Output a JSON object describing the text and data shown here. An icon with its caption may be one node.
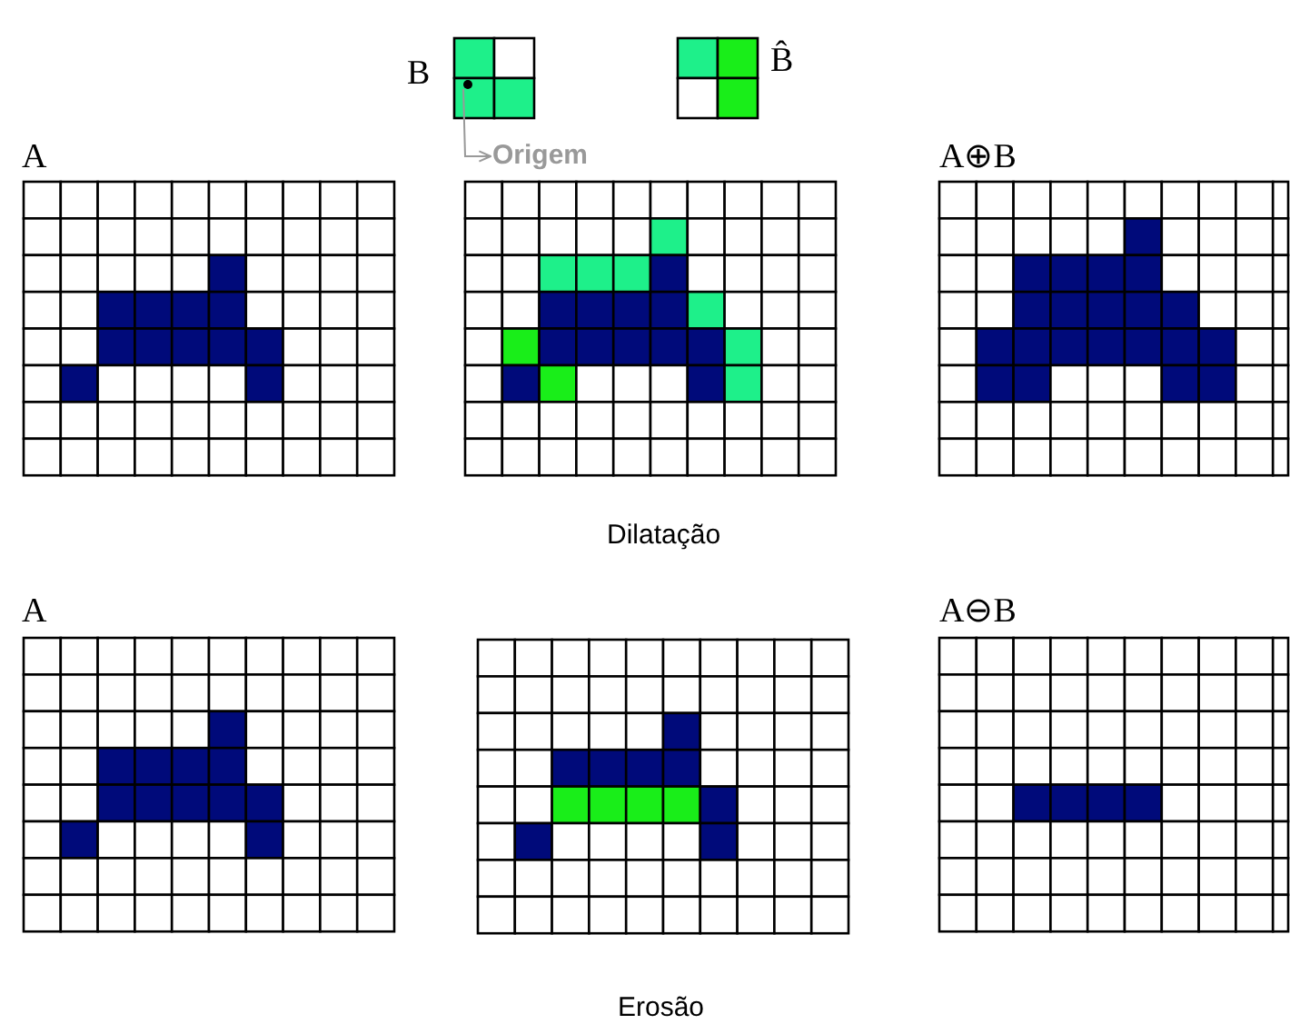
{
  "diagram": {
    "nodes": [
      {
        "text": [
          "Origem"
        ]
      },
      {
        "text": [],
        "shape": "circle"
      }
    ],
    "edges": [
      {
        "from": 1,
        "to": 0,
        "arrow": "to"
      }
    ],
    "labels": [
      "B",
      "B̂",
      "A",
      "A⊕B",
      "Dilatação",
      "A",
      "A⊖B",
      "Erosão"
    ]
  }
}
